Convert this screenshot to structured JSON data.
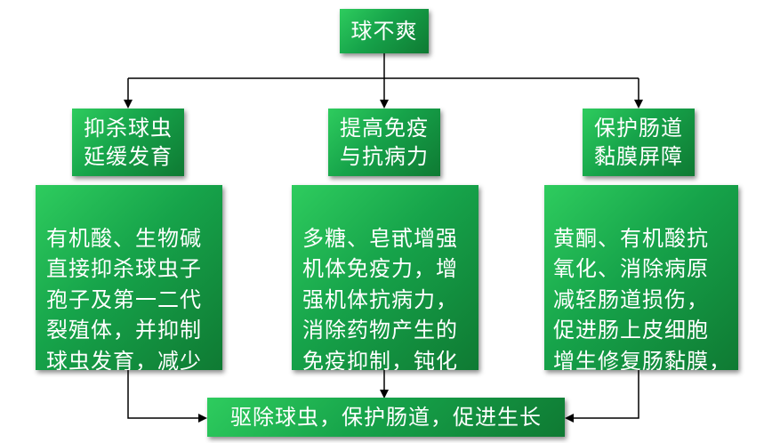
{
  "root": {
    "label": "球不爽"
  },
  "branches": [
    {
      "title": "抑杀球虫\n延缓发育",
      "detail": "有机酸、生物碱\n直接抑杀球虫子\n孢子及第一二代\n裂殖体，并抑制\n球虫发育，减少\n球虫卵囊排出"
    },
    {
      "title": "提高免疫\n与抗病力",
      "detail": "多糖、皂甙增强\n机体免疫力，增\n强机体抗病力，\n消除药物产生的\n免疫抑制，钝化\n虫体耐药性"
    },
    {
      "title": "保护肠道\n黏膜屏障",
      "detail": "黄酮、有机酸抗\n氧化、消除病原\n减轻肠道损伤，\n促进肠上皮细胞\n增生修复肠黏膜，\n减少过料和血便"
    }
  ],
  "result": {
    "label": "驱除球虫，保护肠道，促进生长"
  },
  "colors": {
    "box_light": "#2ecc5e",
    "box_dark": "#0f7a33",
    "connector": "#000000"
  }
}
